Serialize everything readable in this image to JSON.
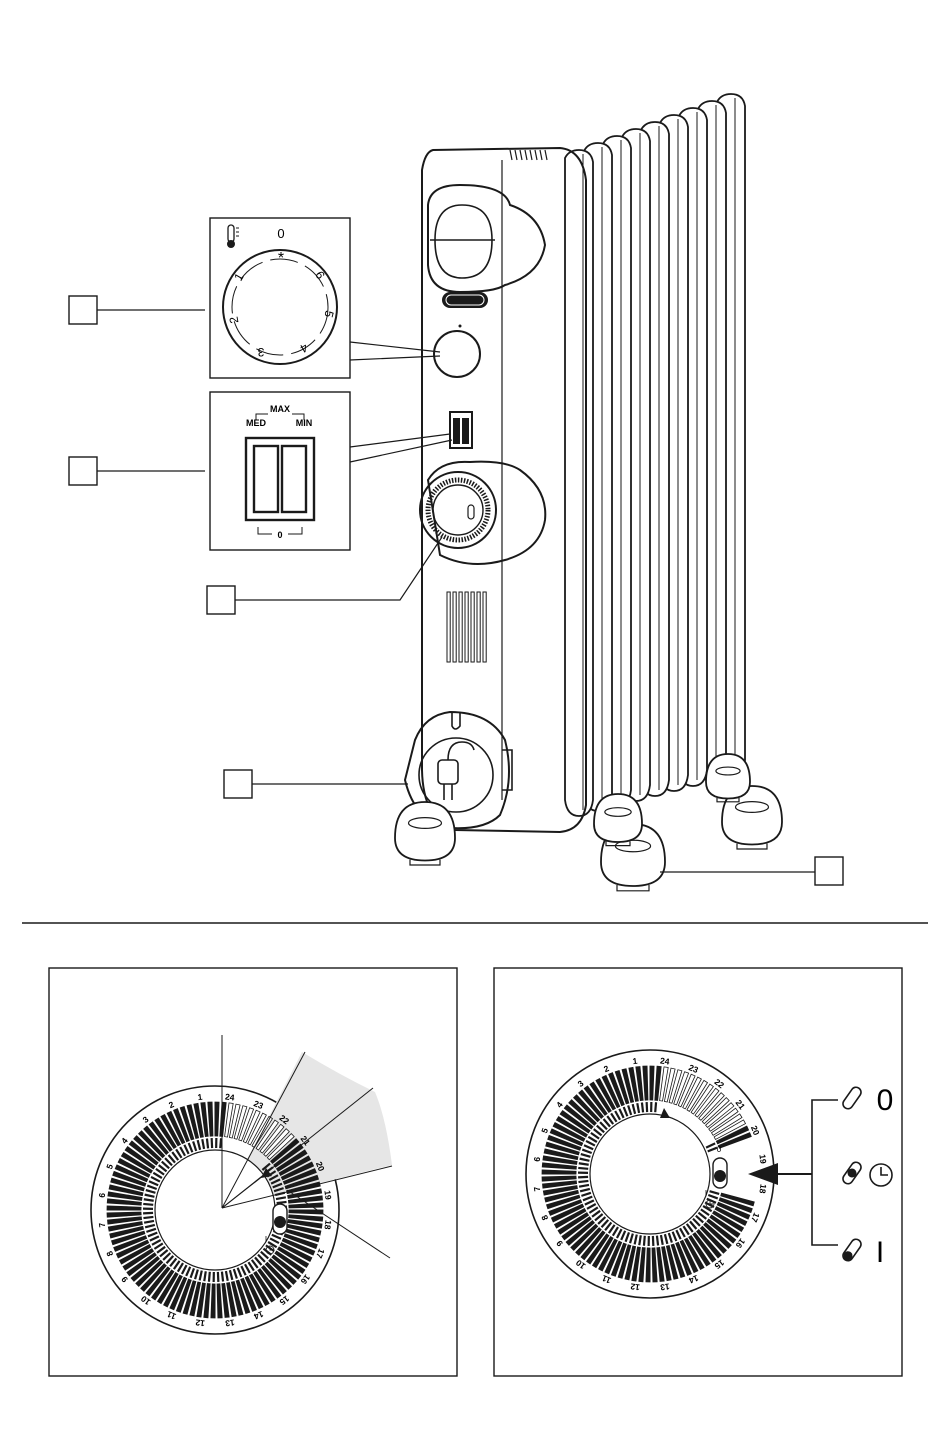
{
  "thermostat_panel": {
    "icon": "thermometer-icon",
    "dial_marks": [
      "0",
      "*",
      "1",
      "2",
      "3",
      "4",
      "5",
      "6"
    ]
  },
  "switch_panel": {
    "label_max": "MAX",
    "label_med": "MED",
    "label_min": "MIN",
    "label_off": "0"
  },
  "callout_boxes": [
    "",
    "",
    "",
    "",
    ""
  ],
  "timer_panels": {
    "hour_numbers": [
      "24",
      "1",
      "2",
      "3",
      "4",
      "5",
      "6",
      "7",
      "8",
      "9",
      "10",
      "11",
      "12",
      "13",
      "14",
      "15",
      "16",
      "17",
      "18",
      "19",
      "20",
      "21",
      "22",
      "23"
    ],
    "switch_marks": {
      "off": "0",
      "on": "I"
    },
    "legend": [
      {
        "icon": "switch-off-icon",
        "symbol": "0"
      },
      {
        "icon": "clock-icon",
        "symbol": ""
      },
      {
        "icon": "switch-on-icon",
        "symbol": "I"
      }
    ]
  },
  "colors": {
    "line": "#1a1a1a",
    "fill": "#ffffff",
    "segment_shade": "#e6e6e6"
  }
}
